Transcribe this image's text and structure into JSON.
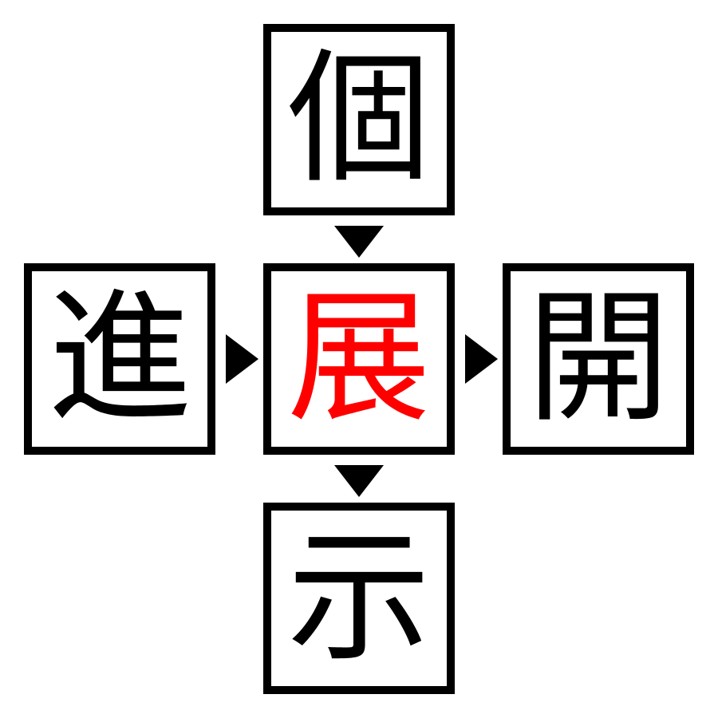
{
  "puzzle": {
    "type": "kanji-compound-cross",
    "top": {
      "char": "個",
      "color": "#000000"
    },
    "left": {
      "char": "進",
      "color": "#000000"
    },
    "center": {
      "char": "展",
      "color": "#FF0000"
    },
    "right": {
      "char": "開",
      "color": "#000000"
    },
    "bottom": {
      "char": "示",
      "color": "#000000"
    },
    "arrows": [
      {
        "from": "top",
        "to": "center",
        "direction": "down"
      },
      {
        "from": "left",
        "to": "center",
        "direction": "right"
      },
      {
        "from": "center",
        "to": "right",
        "direction": "right"
      },
      {
        "from": "center",
        "to": "bottom",
        "direction": "down"
      }
    ],
    "compounds": [
      "個展",
      "進展",
      "展開",
      "展示"
    ]
  }
}
